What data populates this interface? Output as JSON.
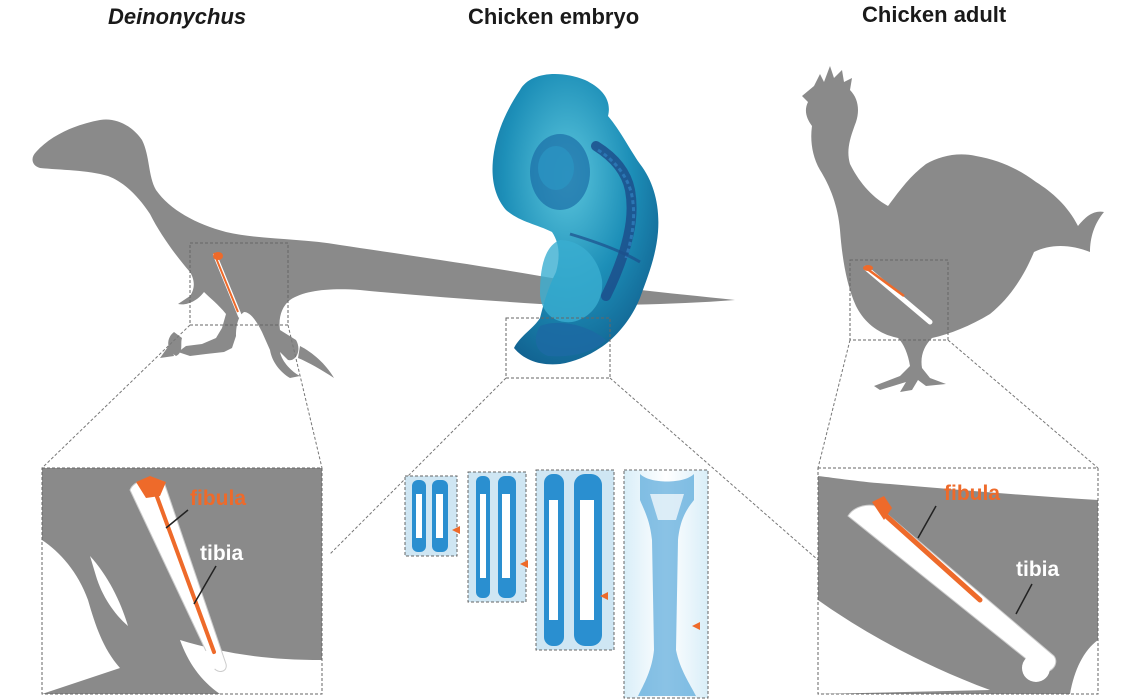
{
  "titles": {
    "left": "Deinonychus",
    "center": "Chicken embryo",
    "right": "Chicken adult"
  },
  "labels": {
    "fibula": "fibula",
    "tibia": "tibia"
  },
  "colors": {
    "silhouette": "#8a8a8a",
    "fibula": "#ee6a2a",
    "bone": "#ffffff",
    "embryo_stain": "#1d8fb8",
    "embryo_dark": "#1c4f8c",
    "arrow": "#ee6a2a",
    "outline": "#7a7a7a"
  }
}
